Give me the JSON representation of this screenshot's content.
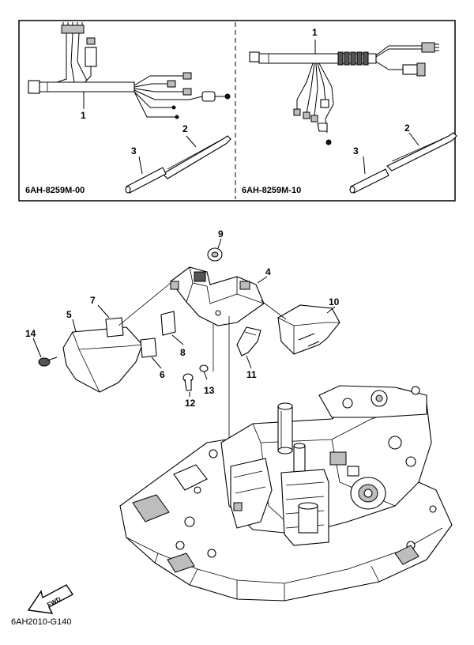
{
  "panels": {
    "left_code": "6AH-8259M-00",
    "right_code": "6AH-8259M-10"
  },
  "callouts": {
    "left_1": "1",
    "left_2": "2",
    "left_3": "3",
    "right_1": "1",
    "right_2": "2",
    "right_3": "3",
    "p4": "4",
    "p5": "5",
    "p6": "6",
    "p7": "7",
    "p8": "8",
    "p9": "9",
    "p10": "10",
    "p11": "11",
    "p12": "12",
    "p13": "13",
    "p14": "14"
  },
  "fwd_label": "FWD",
  "figure_code": "6AH2010-G140"
}
